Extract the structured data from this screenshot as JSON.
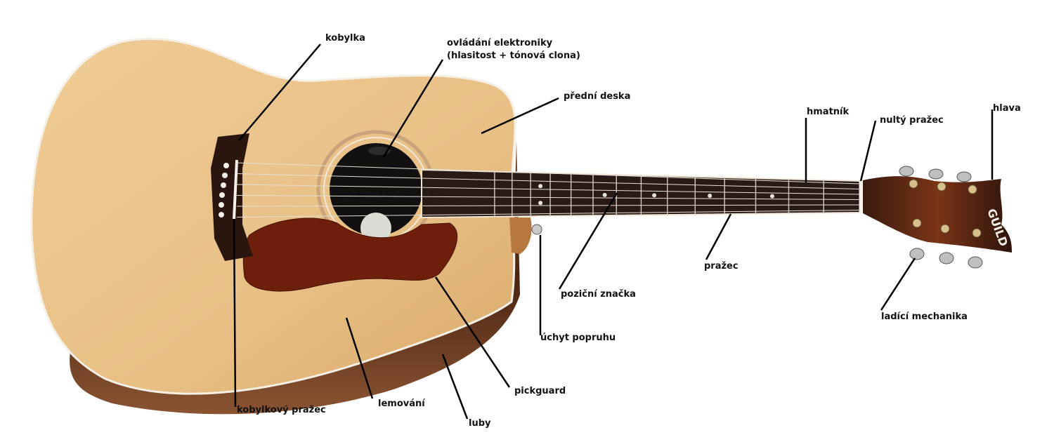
{
  "logo": "GUILD",
  "labels": {
    "kobylka": "kobylka",
    "electronics_line1": "ovládání elektroniky",
    "electronics_line2": "(hlasitost + tónová clona)",
    "top": "přední deska",
    "fingerboard": "hmatník",
    "nut": "nultý pražec",
    "headstock": "hlava",
    "position_marker": "poziční značka",
    "fret": "pražec",
    "strap_button": "úchyt popruhu",
    "tuners": "ladící mechanika",
    "pickguard": "pickguard",
    "binding": "lemování",
    "sides": "luby",
    "saddle": "kobylkový pražec"
  },
  "colors": {
    "spruce": "#e9c38c",
    "spruce_dark": "#d8a865",
    "rosewood": "#4a2414",
    "sides": "#6b3a22",
    "pickguard": "#6e1f0c",
    "fingerboard": "#2a1a16",
    "headstock": "#5a2612"
  }
}
